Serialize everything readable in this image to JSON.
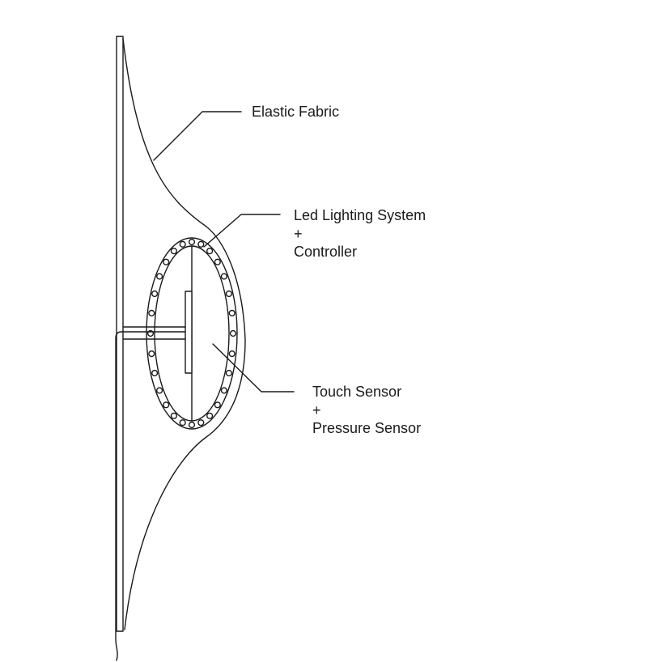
{
  "labels": {
    "elastic_fabric": "Elastic Fabric",
    "led": {
      "line1": "Led Lighting System",
      "line2": "+",
      "line3": "Controller"
    },
    "touch": {
      "line1": "Touch Sensor",
      "line2": "+",
      "line3": "Pressure Sensor"
    }
  },
  "colors": {
    "stroke": "#1a1a1a",
    "background": "#ffffff"
  }
}
